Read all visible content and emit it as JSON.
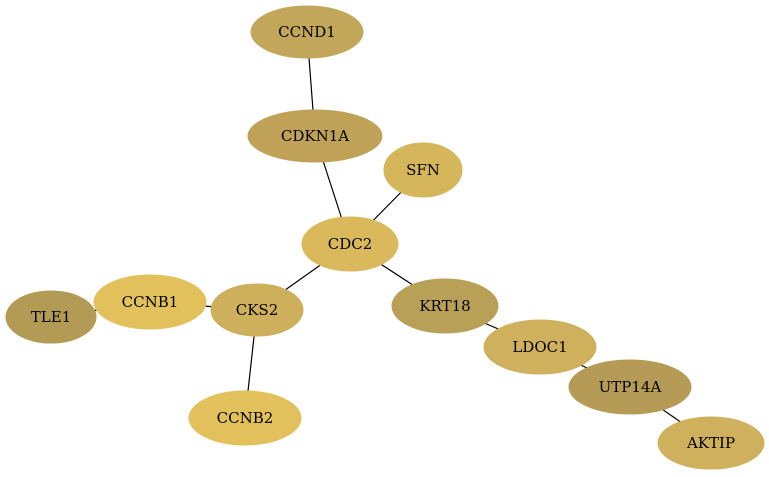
{
  "graph": {
    "nodes": [
      {
        "id": "ccnd1",
        "label": "CCND1",
        "color": "#c2a65a"
      },
      {
        "id": "cdkn1a",
        "label": "CDKN1A",
        "color": "#bfa157"
      },
      {
        "id": "sfn",
        "label": "SFN",
        "color": "#d6b65a"
      },
      {
        "id": "cdc2",
        "label": "CDC2",
        "color": "#d9b95c"
      },
      {
        "id": "krt18",
        "label": "KRT18",
        "color": "#b9a057"
      },
      {
        "id": "ccnb1",
        "label": "CCNB1",
        "color": "#e2c15c"
      },
      {
        "id": "tle1",
        "label": "TLE1",
        "color": "#b49b55"
      },
      {
        "id": "cks2",
        "label": "CKS2",
        "color": "#cdaf5c"
      },
      {
        "id": "ldoc1",
        "label": "LDOC1",
        "color": "#cfb05c"
      },
      {
        "id": "utp14a",
        "label": "UTP14A",
        "color": "#b59b55"
      },
      {
        "id": "ccnb2",
        "label": "CCNB2",
        "color": "#e2c15c"
      },
      {
        "id": "aktip",
        "label": "AKTIP",
        "color": "#cfb05d"
      }
    ],
    "edges": [
      [
        "ccnd1",
        "cdkn1a"
      ],
      [
        "cdkn1a",
        "cdc2"
      ],
      [
        "sfn",
        "cdc2"
      ],
      [
        "cdc2",
        "cks2"
      ],
      [
        "cdc2",
        "krt18"
      ],
      [
        "cks2",
        "ccnb1"
      ],
      [
        "ccnb1",
        "tle1"
      ],
      [
        "cks2",
        "ccnb2"
      ],
      [
        "krt18",
        "ldoc1"
      ],
      [
        "ldoc1",
        "utp14a"
      ],
      [
        "utp14a",
        "aktip"
      ]
    ]
  }
}
